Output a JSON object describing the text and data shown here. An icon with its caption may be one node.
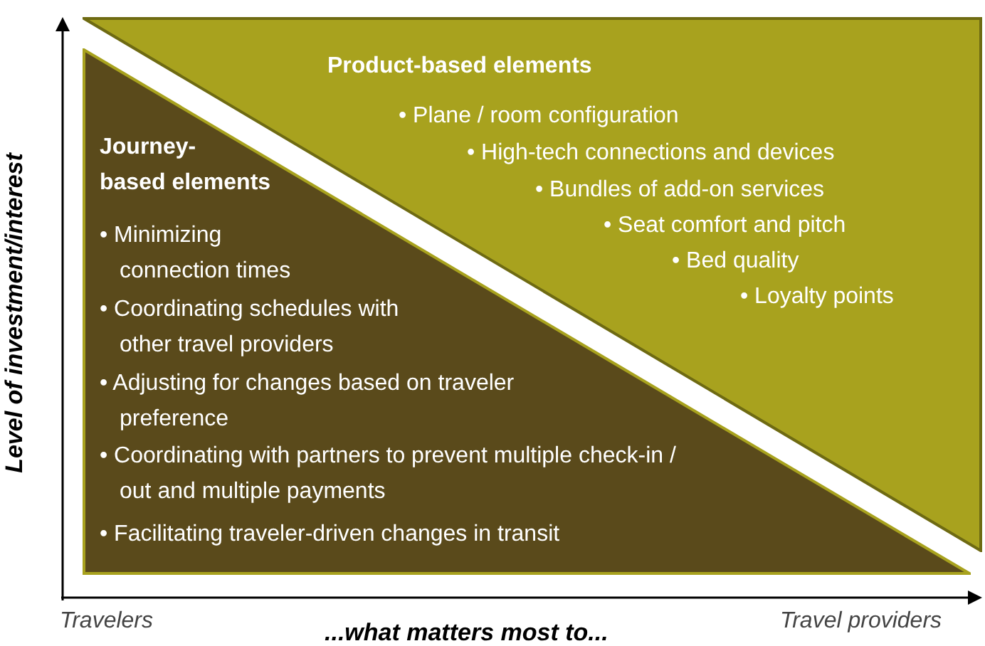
{
  "diagram": {
    "nodes": [
      {
        "text": [
          "Product-based elements",
          "• Plane / room configuration",
          "• High-tech connections and devices",
          "• Bundles of add-on services",
          "• Seat comfort and pitch",
          "• Bed quality",
          "• Loyalty points"
        ]
      },
      {
        "text": [
          "Journey-based elements",
          "• Minimizing connection times",
          "• Coordinating schedules with other travel providers",
          "• Adjusting for changes based on traveler preference",
          "• Coordinating with partners to prevent multiple check-in / out and multiple payments",
          "• Facilitating traveler-driven changes in transit"
        ]
      }
    ],
    "labels": [
      "Level of investment/interest",
      "Travelers",
      "...what matters most to...",
      "Travel providers"
    ]
  }
}
